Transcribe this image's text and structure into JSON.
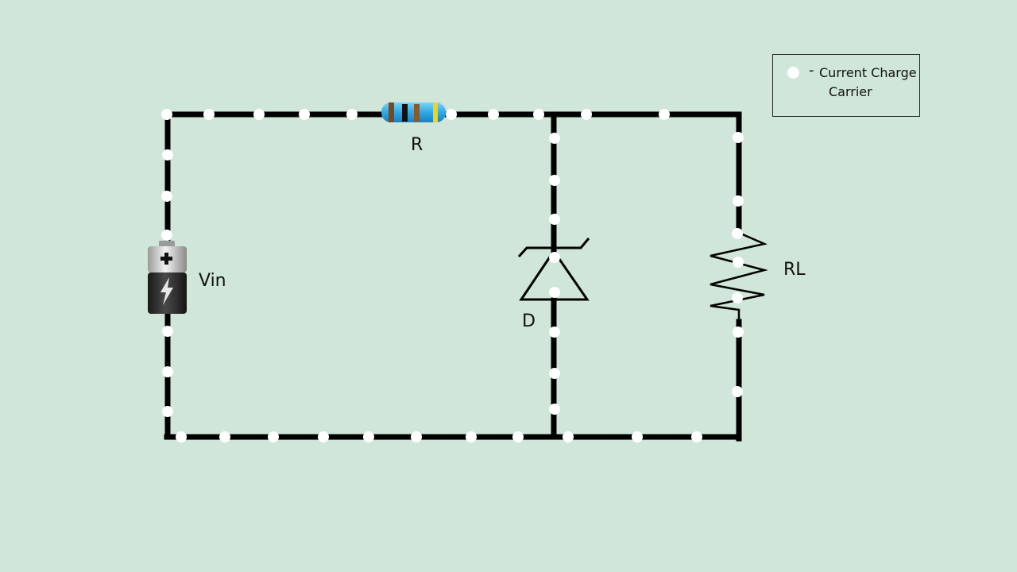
{
  "labels": {
    "resistor": "R",
    "source": "Vin",
    "diode": "D",
    "load": "RL"
  },
  "legend": {
    "symbol": "-",
    "line1": "Current Charge",
    "line2": "Carrier"
  },
  "colors": {
    "background": "#cfe6d8",
    "wire": "#000000",
    "carrier": "#ffffff",
    "resistor_body": "#2fb0e8"
  },
  "icons": [
    "battery-icon",
    "resistor-icon",
    "zener-diode-icon",
    "load-resistor-icon",
    "charge-carrier-icon"
  ]
}
